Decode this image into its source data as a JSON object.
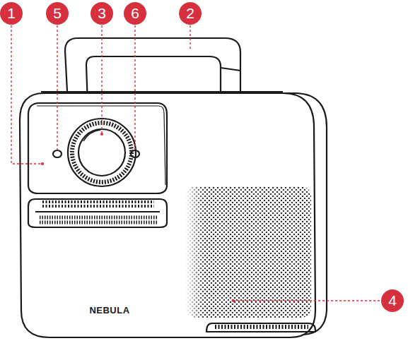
{
  "diagram": {
    "labels": [
      "1",
      "5",
      "3",
      "6",
      "2",
      "4",
      "NEBULA"
    ]
  }
}
